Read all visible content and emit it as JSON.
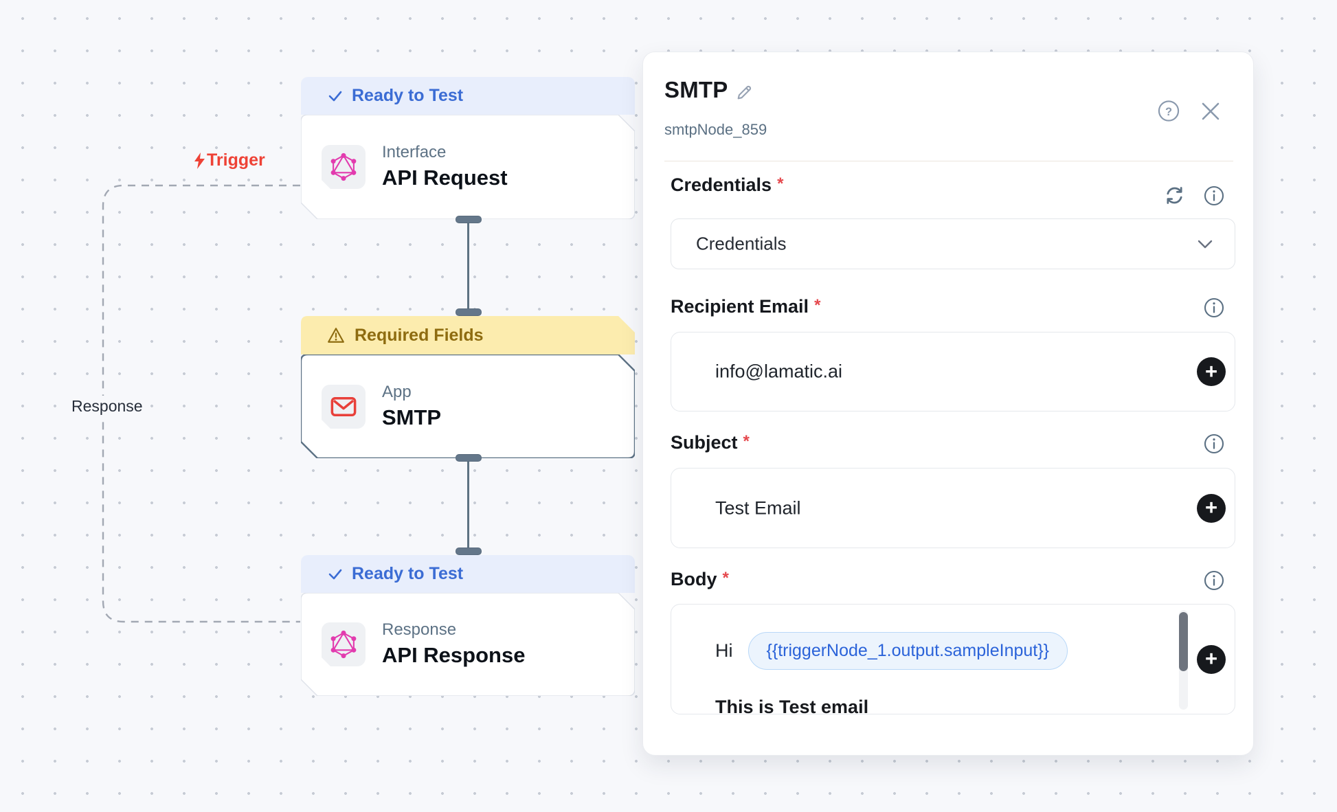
{
  "canvas": {
    "trigger_label": "Trigger",
    "response_label": "Response",
    "nodes": [
      {
        "badge": "Ready to Test",
        "category": "Interface",
        "title": "API Request"
      },
      {
        "badge": "Required Fields",
        "category": "App",
        "title": "SMTP"
      },
      {
        "badge": "Ready to Test",
        "category": "Response",
        "title": "API Response"
      }
    ]
  },
  "panel": {
    "title": "SMTP",
    "node_id": "smtpNode_859",
    "fields": {
      "credentials": {
        "label": "Credentials",
        "required": "*",
        "value": "Credentials"
      },
      "recipient": {
        "label": "Recipient Email",
        "required": "*",
        "value": "info@lamatic.ai"
      },
      "subject": {
        "label": "Subject",
        "required": "*",
        "value": "Test Email"
      },
      "body": {
        "label": "Body",
        "required": "*",
        "text_prefix": "Hi",
        "variable_pill": "{{triggerNode_1.output.sampleInput}}",
        "text_line2": "This is Test email"
      }
    },
    "plus_glyph": "+"
  },
  "colors": {
    "badge_blue_bg": "#e8eefc",
    "badge_blue_text": "#3b6cd4",
    "badge_yellow_bg": "#fcecae",
    "badge_yellow_text": "#8e6c10",
    "trigger_red": "#ee4236",
    "graphql_pink": "#e23bae",
    "smtp_red": "#e8403a",
    "connector_slate": "#5d7282",
    "pill_blue_text": "#2b63d9",
    "pill_blue_bg": "#ecf4fd",
    "required_red": "#e5484d",
    "panel_bg": "#ffffff",
    "canvas_bg": "#f7f8fb"
  }
}
